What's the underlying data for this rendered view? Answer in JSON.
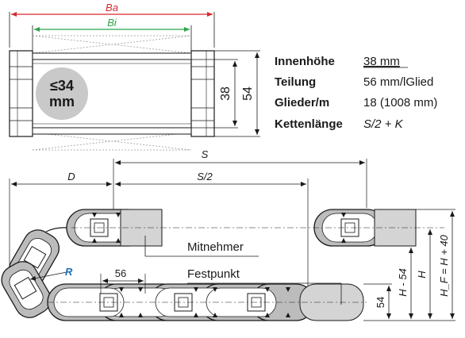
{
  "colors": {
    "ba": "#d9282f",
    "bi": "#2aa34a",
    "radius": "#1f6fb5",
    "badge": "#c9c9c9",
    "link_grey": "#bcbcbc",
    "bracket_grey": "#d4d4d4"
  },
  "cross_section": {
    "ba_label": "Ba",
    "bi_label": "Bi",
    "inner_height_label": "38",
    "outer_height_label": "54",
    "badge_line1": "≤34",
    "badge_line2": "mm"
  },
  "specs": [
    {
      "key": "Innenhöhe",
      "value": "38 mm"
    },
    {
      "key": "Teilung",
      "value": "56 mm/lGlied"
    },
    {
      "key": "Glieder/m",
      "value": "18 (1008 mm)"
    },
    {
      "key": "Kettenlänge",
      "value": "S/2 + K"
    }
  ],
  "side_view": {
    "s_label": "S",
    "s_half_label": "S/2",
    "d_label": "D",
    "r_label": "R",
    "pitch_label": "56",
    "height_label": "54",
    "mitnehmer_label": "Mitnehmer",
    "festpunkt_label": "Festpunkt",
    "h_minus_label": "H - 54",
    "h_label": "H",
    "hf_label": "H_F = H + 40"
  }
}
